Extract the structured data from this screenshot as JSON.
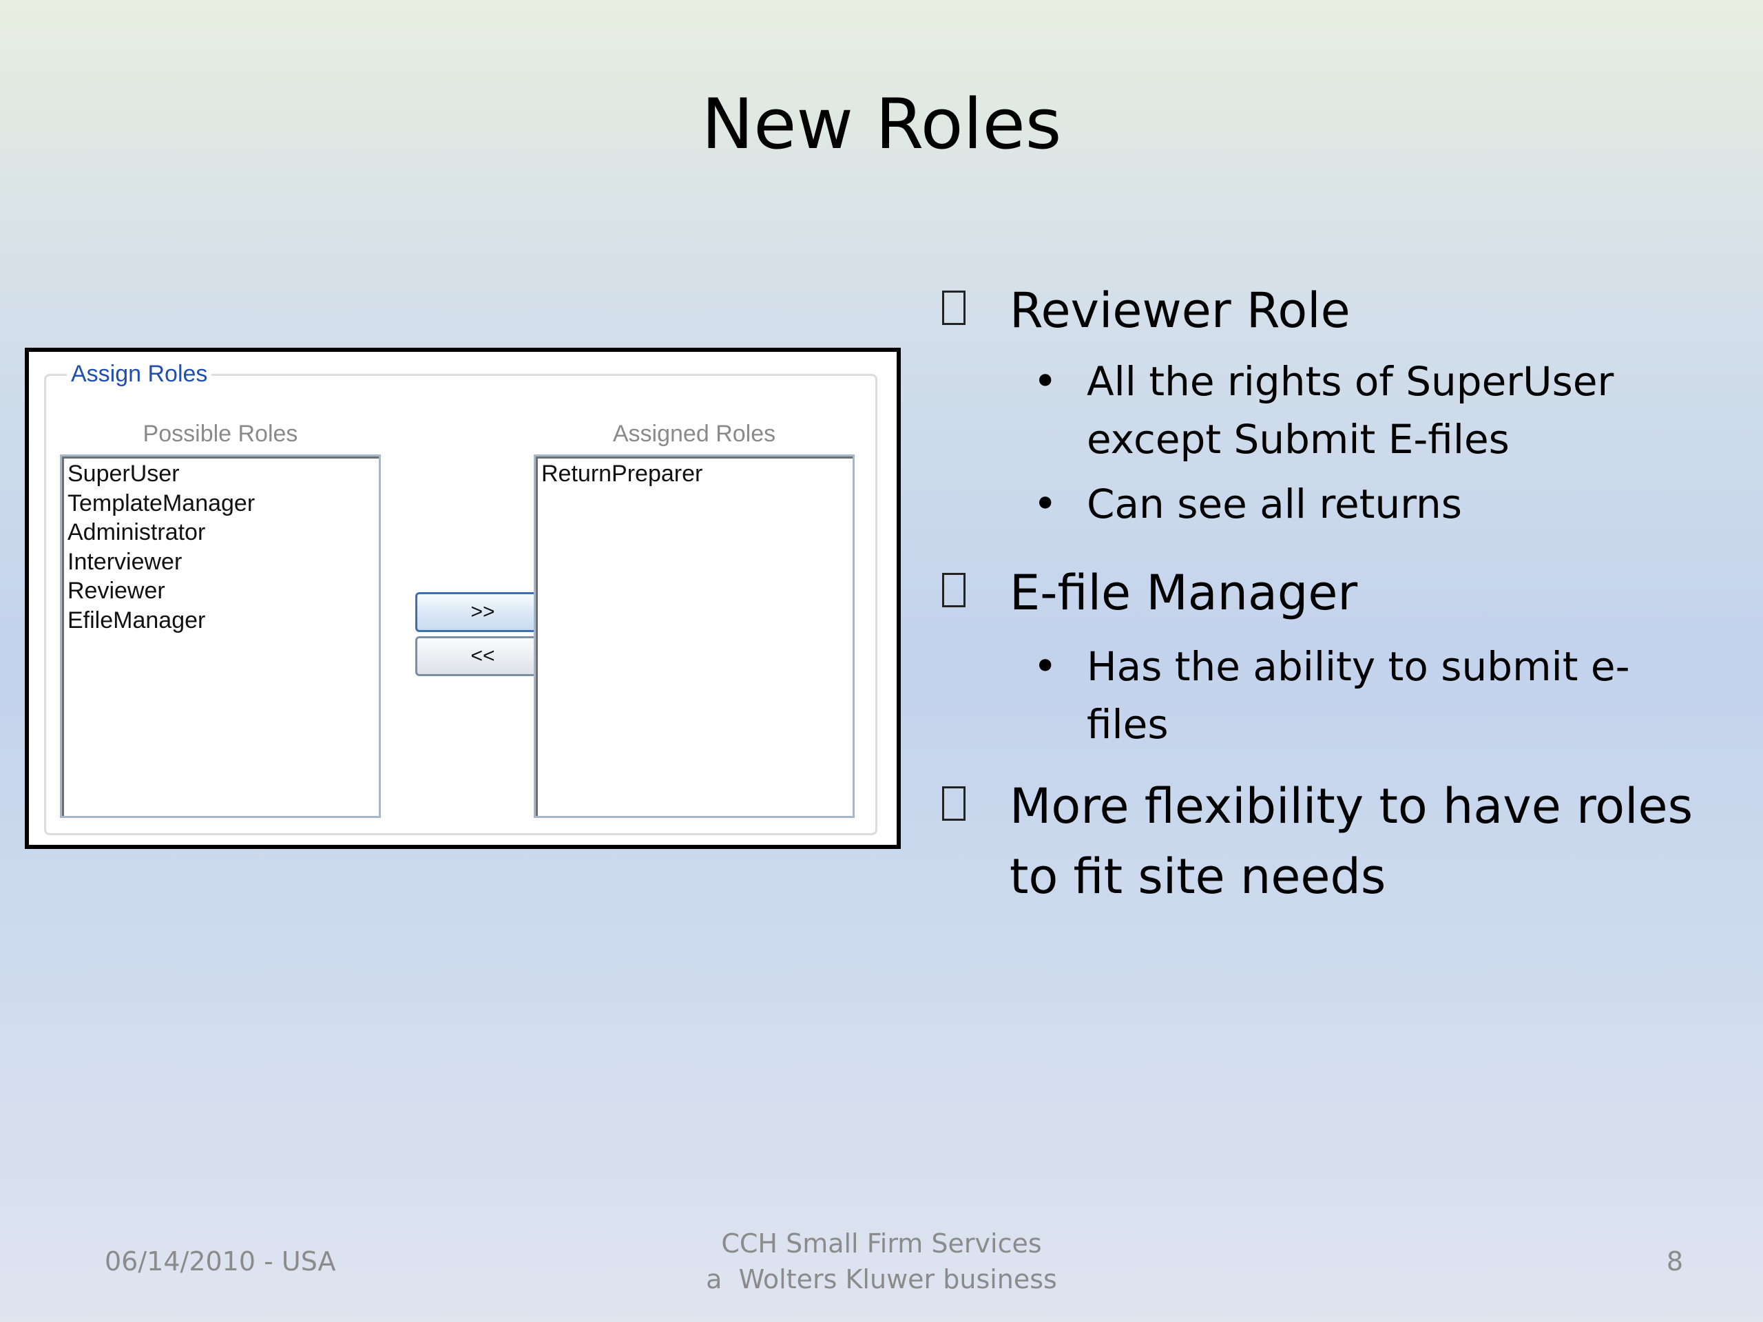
{
  "slide": {
    "title": "New Roles",
    "page_number": "8"
  },
  "dialog": {
    "group_title": "Assign Roles",
    "possible_roles_label": "Possible Roles",
    "assigned_roles_label": "Assigned Roles",
    "possible_roles": [
      "SuperUser",
      "TemplateManager",
      "Administrator",
      "Interviewer",
      "Reviewer",
      "EfileManager"
    ],
    "assigned_roles": [
      "ReturnPreparer"
    ],
    "add_button_label": ">>",
    "remove_button_label": "<<"
  },
  "bullets": [
    {
      "text": "Reviewer Role",
      "sub": [
        "All the rights of SuperUser except Submit E-files",
        "Can see all returns"
      ]
    },
    {
      "text": "E-file Manager",
      "sub": [
        "Has the ability to submit e-files"
      ]
    },
    {
      "text": "More flexibility to have roles to fit site needs",
      "sub": []
    }
  ],
  "sub_bullet_glyph": "•",
  "footer": {
    "date": "06/14/2010 - USA",
    "company_line1": "CCH Small Firm Services",
    "company_line2": "a  Wolters Kluwer business"
  }
}
